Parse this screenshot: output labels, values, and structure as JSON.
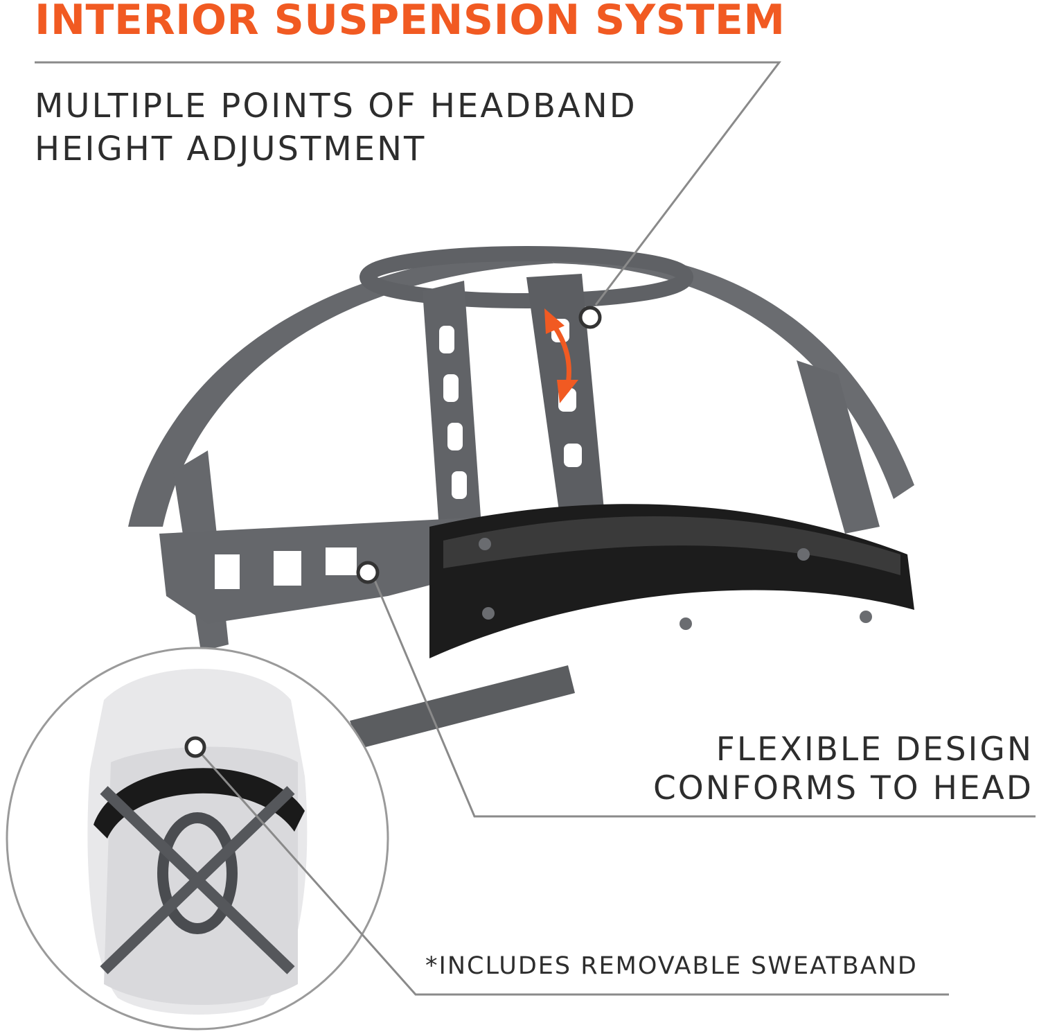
{
  "title": "INTERIOR SUSPENSION SYSTEM",
  "callouts": {
    "height_adjustment": {
      "line1": "MULTIPLE POINTS OF HEADBAND",
      "line2": "HEIGHT ADJUSTMENT"
    },
    "flexible_design": {
      "line1": "FLEXIBLE DESIGN",
      "line2": "CONFORMS TO HEAD"
    },
    "sweatband": "*INCLUDES REMOVABLE SWEATBAND"
  },
  "colors": {
    "accent": "#f15a22",
    "text": "#2d2d2d",
    "leader_lines": "#8a8a8a",
    "suspension": "#606266",
    "sweatband": "#1a1a1a"
  },
  "icons": [
    "double-arrow-icon"
  ]
}
